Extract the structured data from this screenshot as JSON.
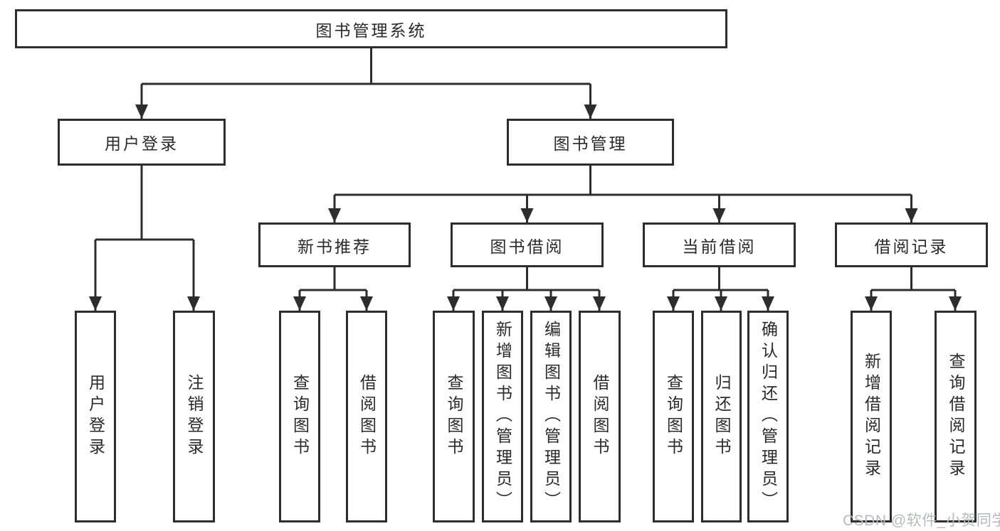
{
  "tree": {
    "root": {
      "label": "图书管理系统"
    },
    "branches": [
      {
        "label": "用户登录",
        "leaves": [
          {
            "label": "用户登录"
          },
          {
            "label": "注销登录"
          }
        ]
      },
      {
        "label": "图书管理",
        "children": [
          {
            "label": "新书推荐",
            "leaves": [
              {
                "label": "查询图书"
              },
              {
                "label": "借阅图书"
              }
            ]
          },
          {
            "label": "图书借阅",
            "leaves": [
              {
                "label": "查询图书"
              },
              {
                "label": "新增图书（管理员）"
              },
              {
                "label": "编辑图书（管理员）"
              },
              {
                "label": "借阅图书"
              }
            ]
          },
          {
            "label": "当前借阅",
            "leaves": [
              {
                "label": "查询图书"
              },
              {
                "label": "归还图书"
              },
              {
                "label": "确认归还（管理员）"
              }
            ]
          },
          {
            "label": "借阅记录",
            "leaves": [
              {
                "label": "新增借阅记录"
              },
              {
                "label": "查询借阅记录"
              }
            ]
          }
        ]
      }
    ]
  },
  "watermark": "CSDN @软件_小贺同学",
  "colors": {
    "line": "#2d2d2d",
    "text": "#2a2a2a",
    "watermark": "#b6bac0",
    "background": "#ffffff"
  }
}
